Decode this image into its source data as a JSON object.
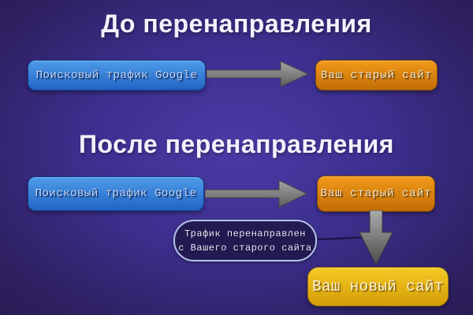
{
  "diagram": {
    "language": "ru",
    "topic": "site redirect traffic flow",
    "background_colors": {
      "center": "#4a3ba6",
      "edge": "#261a50"
    }
  },
  "sections": {
    "before": {
      "title": "До перенаправления"
    },
    "after": {
      "title": "После перенаправления"
    }
  },
  "nodes": {
    "search_traffic": {
      "label": "Поисковый трафик Google",
      "color": "#2f7fd9",
      "shape": "rounded-rect"
    },
    "old_site": {
      "label": "Ваш старый сайт",
      "color": "#d9820e",
      "shape": "rounded-rect"
    },
    "new_site": {
      "label": "Ваш новый сайт",
      "color": "#e6b513",
      "shape": "rounded-rect"
    }
  },
  "callout": {
    "line1": "Трафик перенаправлен",
    "line2": "с Вашего старого сайта",
    "border_color": "#b6c4e9",
    "fill_color": "#231a52"
  },
  "arrows": {
    "color": "#8a8a8a",
    "flow_before": "search_traffic -> old_site",
    "flow_after_1": "search_traffic -> old_site",
    "flow_after_2": "old_site -> new_site"
  }
}
